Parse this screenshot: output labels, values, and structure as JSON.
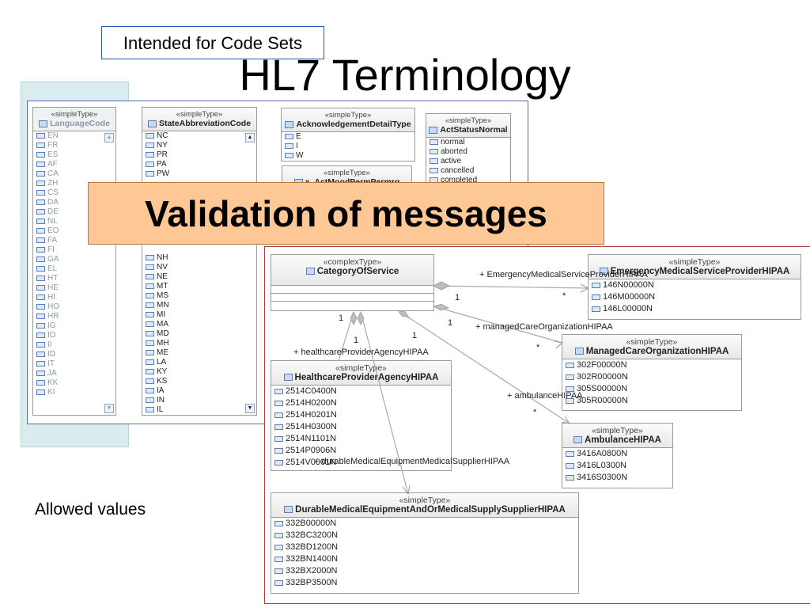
{
  "slide": {
    "title": "HL7 Terminology",
    "tag": "Intended for Code Sets",
    "banner": "Validation of messages",
    "allowed": "Allowed values"
  },
  "stereotypes": {
    "simple": "«simpleType»",
    "complex": "«complexType»"
  },
  "top_panel": {
    "language": {
      "name": "LanguageCode",
      "items": [
        "EN",
        "FR",
        "ES",
        "AF",
        "CA",
        "ZH",
        "CS",
        "DA",
        "DE",
        "NL",
        "EO",
        "FA",
        "FI",
        "GA",
        "EL",
        "HT",
        "HE",
        "HI",
        "HO",
        "HR",
        "IG",
        "IO",
        "II",
        "ID",
        "IT",
        "JA",
        "KK",
        "KI"
      ]
    },
    "state": {
      "name": "StateAbbreviationCode",
      "items_top": [
        "NC",
        "NY",
        "PR",
        "PA",
        "PW"
      ],
      "items_bottom": [
        "NH",
        "NV",
        "NE",
        "MT",
        "MS",
        "MN",
        "MI",
        "MA",
        "MD",
        "MH",
        "ME",
        "LA",
        "KY",
        "KS",
        "IA",
        "IN",
        "IL"
      ]
    },
    "ack": {
      "name": "AcknowledgementDetailType",
      "items": [
        "E",
        "I",
        "W"
      ]
    },
    "actmood": {
      "name": "x_ActMoodPermPermrq"
    },
    "actstatus": {
      "name": "ActStatusNormal",
      "items": [
        "normal",
        "aborted",
        "active",
        "cancelled",
        "completed"
      ]
    }
  },
  "bottom_panel": {
    "category": {
      "name": "CategoryOfService"
    },
    "emergency": {
      "name": "EmergencyMedicalServiceProviderHIPAA",
      "items": [
        "146N00000N",
        "146M00000N",
        "146L00000N"
      ]
    },
    "managed": {
      "name": "ManagedCareOrganizationHIPAA",
      "items": [
        "302F00000N",
        "302R00000N",
        "305S00000N",
        "305R00000N"
      ]
    },
    "healthcare": {
      "name": "HealthcareProviderAgencyHIPAA",
      "items": [
        "2514C0400N",
        "2514H0200N",
        "2514H0201N",
        "2514H0300N",
        "2514N1101N",
        "2514P0906N",
        "2514V0001N"
      ]
    },
    "ambulance": {
      "name": "AmbulanceHIPAA",
      "items": [
        "3416A0800N",
        "3416L0300N",
        "3416S0300N"
      ]
    },
    "durable": {
      "name": "DurableMedicalEquipmentAndOrMedicalSupplySupplierHIPAA",
      "items": [
        "332B00000N",
        "332BC3200N",
        "332BD1200N",
        "332BN1400N",
        "332BX2000N",
        "332BP3500N"
      ]
    }
  },
  "associations": {
    "emergency": "+ EmergencyMedicalServiceProviderHIPAA",
    "managed": "+ managedCareOrganizationHIPAA",
    "healthcare": "+ healthcareProviderAgencyHIPAA",
    "ambulance": "+ ambulanceHIPAA",
    "durable": "+ durableMedicalEquipmentMedicalSupplierHIPAA",
    "one": "1",
    "many": "*"
  }
}
